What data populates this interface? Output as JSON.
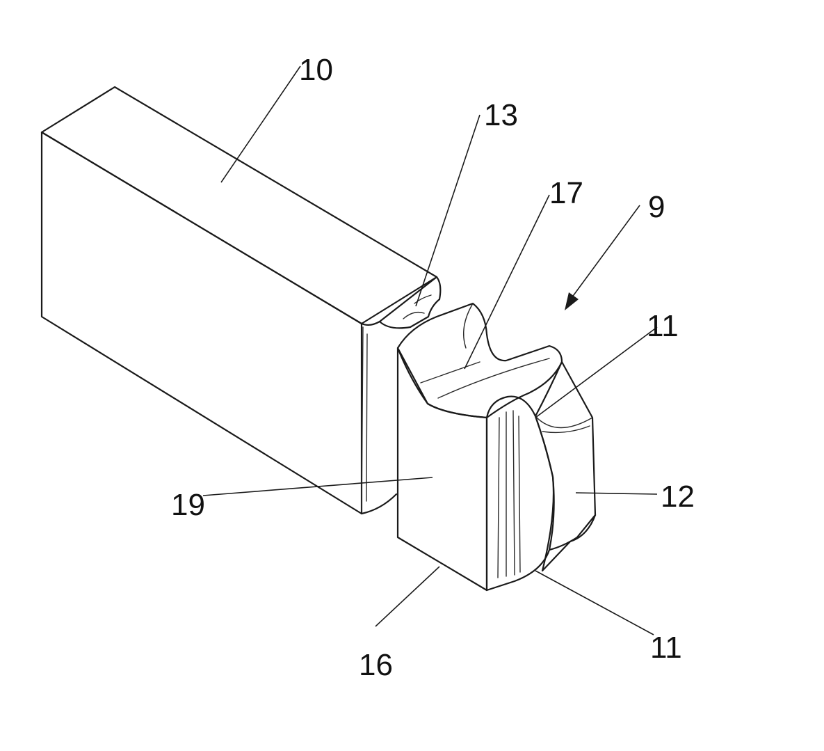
{
  "labels": {
    "l10": "10",
    "l13": "13",
    "l17": "17",
    "l9": "9",
    "l11a": "11",
    "l12": "12",
    "l19": "19",
    "l11b": "11",
    "l16": "16"
  }
}
